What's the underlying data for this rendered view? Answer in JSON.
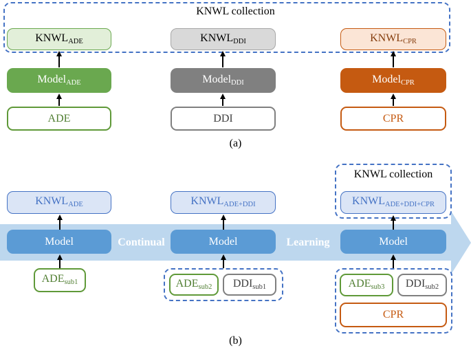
{
  "colors": {
    "green_model": "#6aa84f",
    "green_knwl_fill": "#e2efd9",
    "green_input_border": "#5f9938",
    "green_text": "#507e32",
    "gray_model": "#808080",
    "gray_knwl_fill": "#d9d9d9",
    "gray_text": "#404040",
    "orange_model": "#c55a11",
    "orange_knwl_fill": "#fbe5d6",
    "orange_knwl_text": "#843c0c",
    "blue_model": "#5b9bd5",
    "blue_knwl_fill": "#dbe5f6",
    "blue_text": "#4472c4",
    "band_fill": "#bdd7ee",
    "dashed_border": "#4472c4",
    "arrow_black": "#000000"
  },
  "panel_a": {
    "label": "(a)",
    "collection_title": "KNWL collection",
    "columns": [
      {
        "knwl_main": "KNWL",
        "knwl_sub": "ADE",
        "model_main": "Model",
        "model_sub": "ADE",
        "input": "ADE"
      },
      {
        "knwl_main": "KNWL",
        "knwl_sub": "DDI",
        "model_main": "Model",
        "model_sub": "DDI",
        "input": "DDI"
      },
      {
        "knwl_main": "KNWL",
        "knwl_sub": "CPR",
        "model_main": "Model",
        "model_sub": "CPR",
        "input": "CPR"
      }
    ]
  },
  "panel_b": {
    "label": "(b)",
    "collection_title": "KNWL collection",
    "arrow_words": {
      "first": "Continual",
      "second": "Learning"
    },
    "stages": [
      {
        "knwl_main": "KNWL",
        "knwl_sub": "ADE",
        "model": "Model",
        "inputs": [
          {
            "main": "ADE",
            "sub": "sub1"
          }
        ]
      },
      {
        "knwl_main": "KNWL",
        "knwl_sub": "ADE+DDI",
        "model": "Model",
        "inputs": [
          {
            "main": "ADE",
            "sub": "sub2"
          },
          {
            "main": "DDI",
            "sub": "sub1"
          }
        ]
      },
      {
        "knwl_main": "KNWL",
        "knwl_sub": "ADE+DDI+CPR",
        "model": "Model",
        "inputs": [
          {
            "main": "ADE",
            "sub": "sub3"
          },
          {
            "main": "DDI",
            "sub": "sub2"
          },
          {
            "main": "CPR",
            "sub": ""
          }
        ]
      }
    ]
  }
}
